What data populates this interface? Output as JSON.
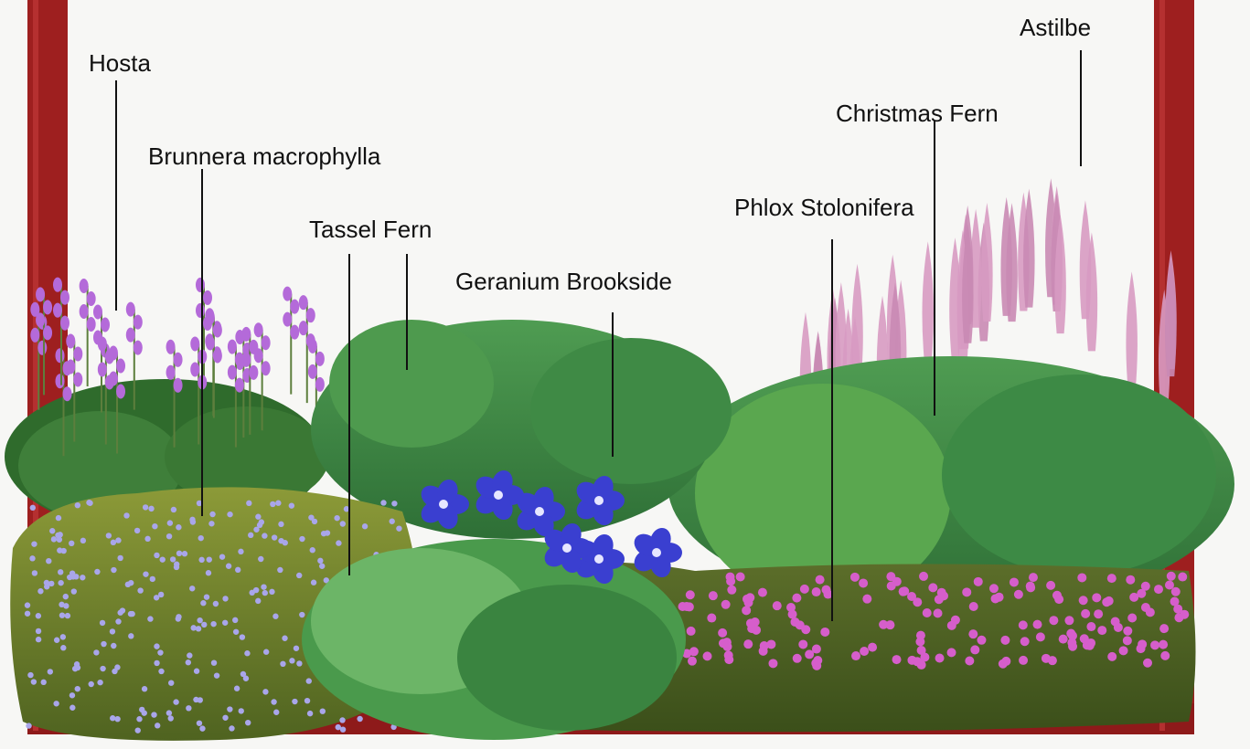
{
  "labels": {
    "hosta": "Hosta",
    "brunnera": "Brunnera macrophylla",
    "tassel_fern": "Tassel Fern",
    "geranium": "Geranium Brookside",
    "phlox": "Phlox Stolonifera",
    "christmas_fern": "Christmas Fern",
    "astilbe": "Astilbe"
  },
  "colors": {
    "frame": "#9e1f1f",
    "hosta_flower": "#b46ad9",
    "hosta_leaf": "#2f6b2c",
    "brunnera_mound": "#7e8a2e",
    "brunnera_flower": "#a9a6ea",
    "fern": "#3f8f45",
    "fern_light": "#6cb567",
    "geranium": "#3a3fd0",
    "phlox_leaf": "#4d6a25",
    "phlox_flower": "#d65ecb",
    "astilbe": "#d79ac2"
  }
}
